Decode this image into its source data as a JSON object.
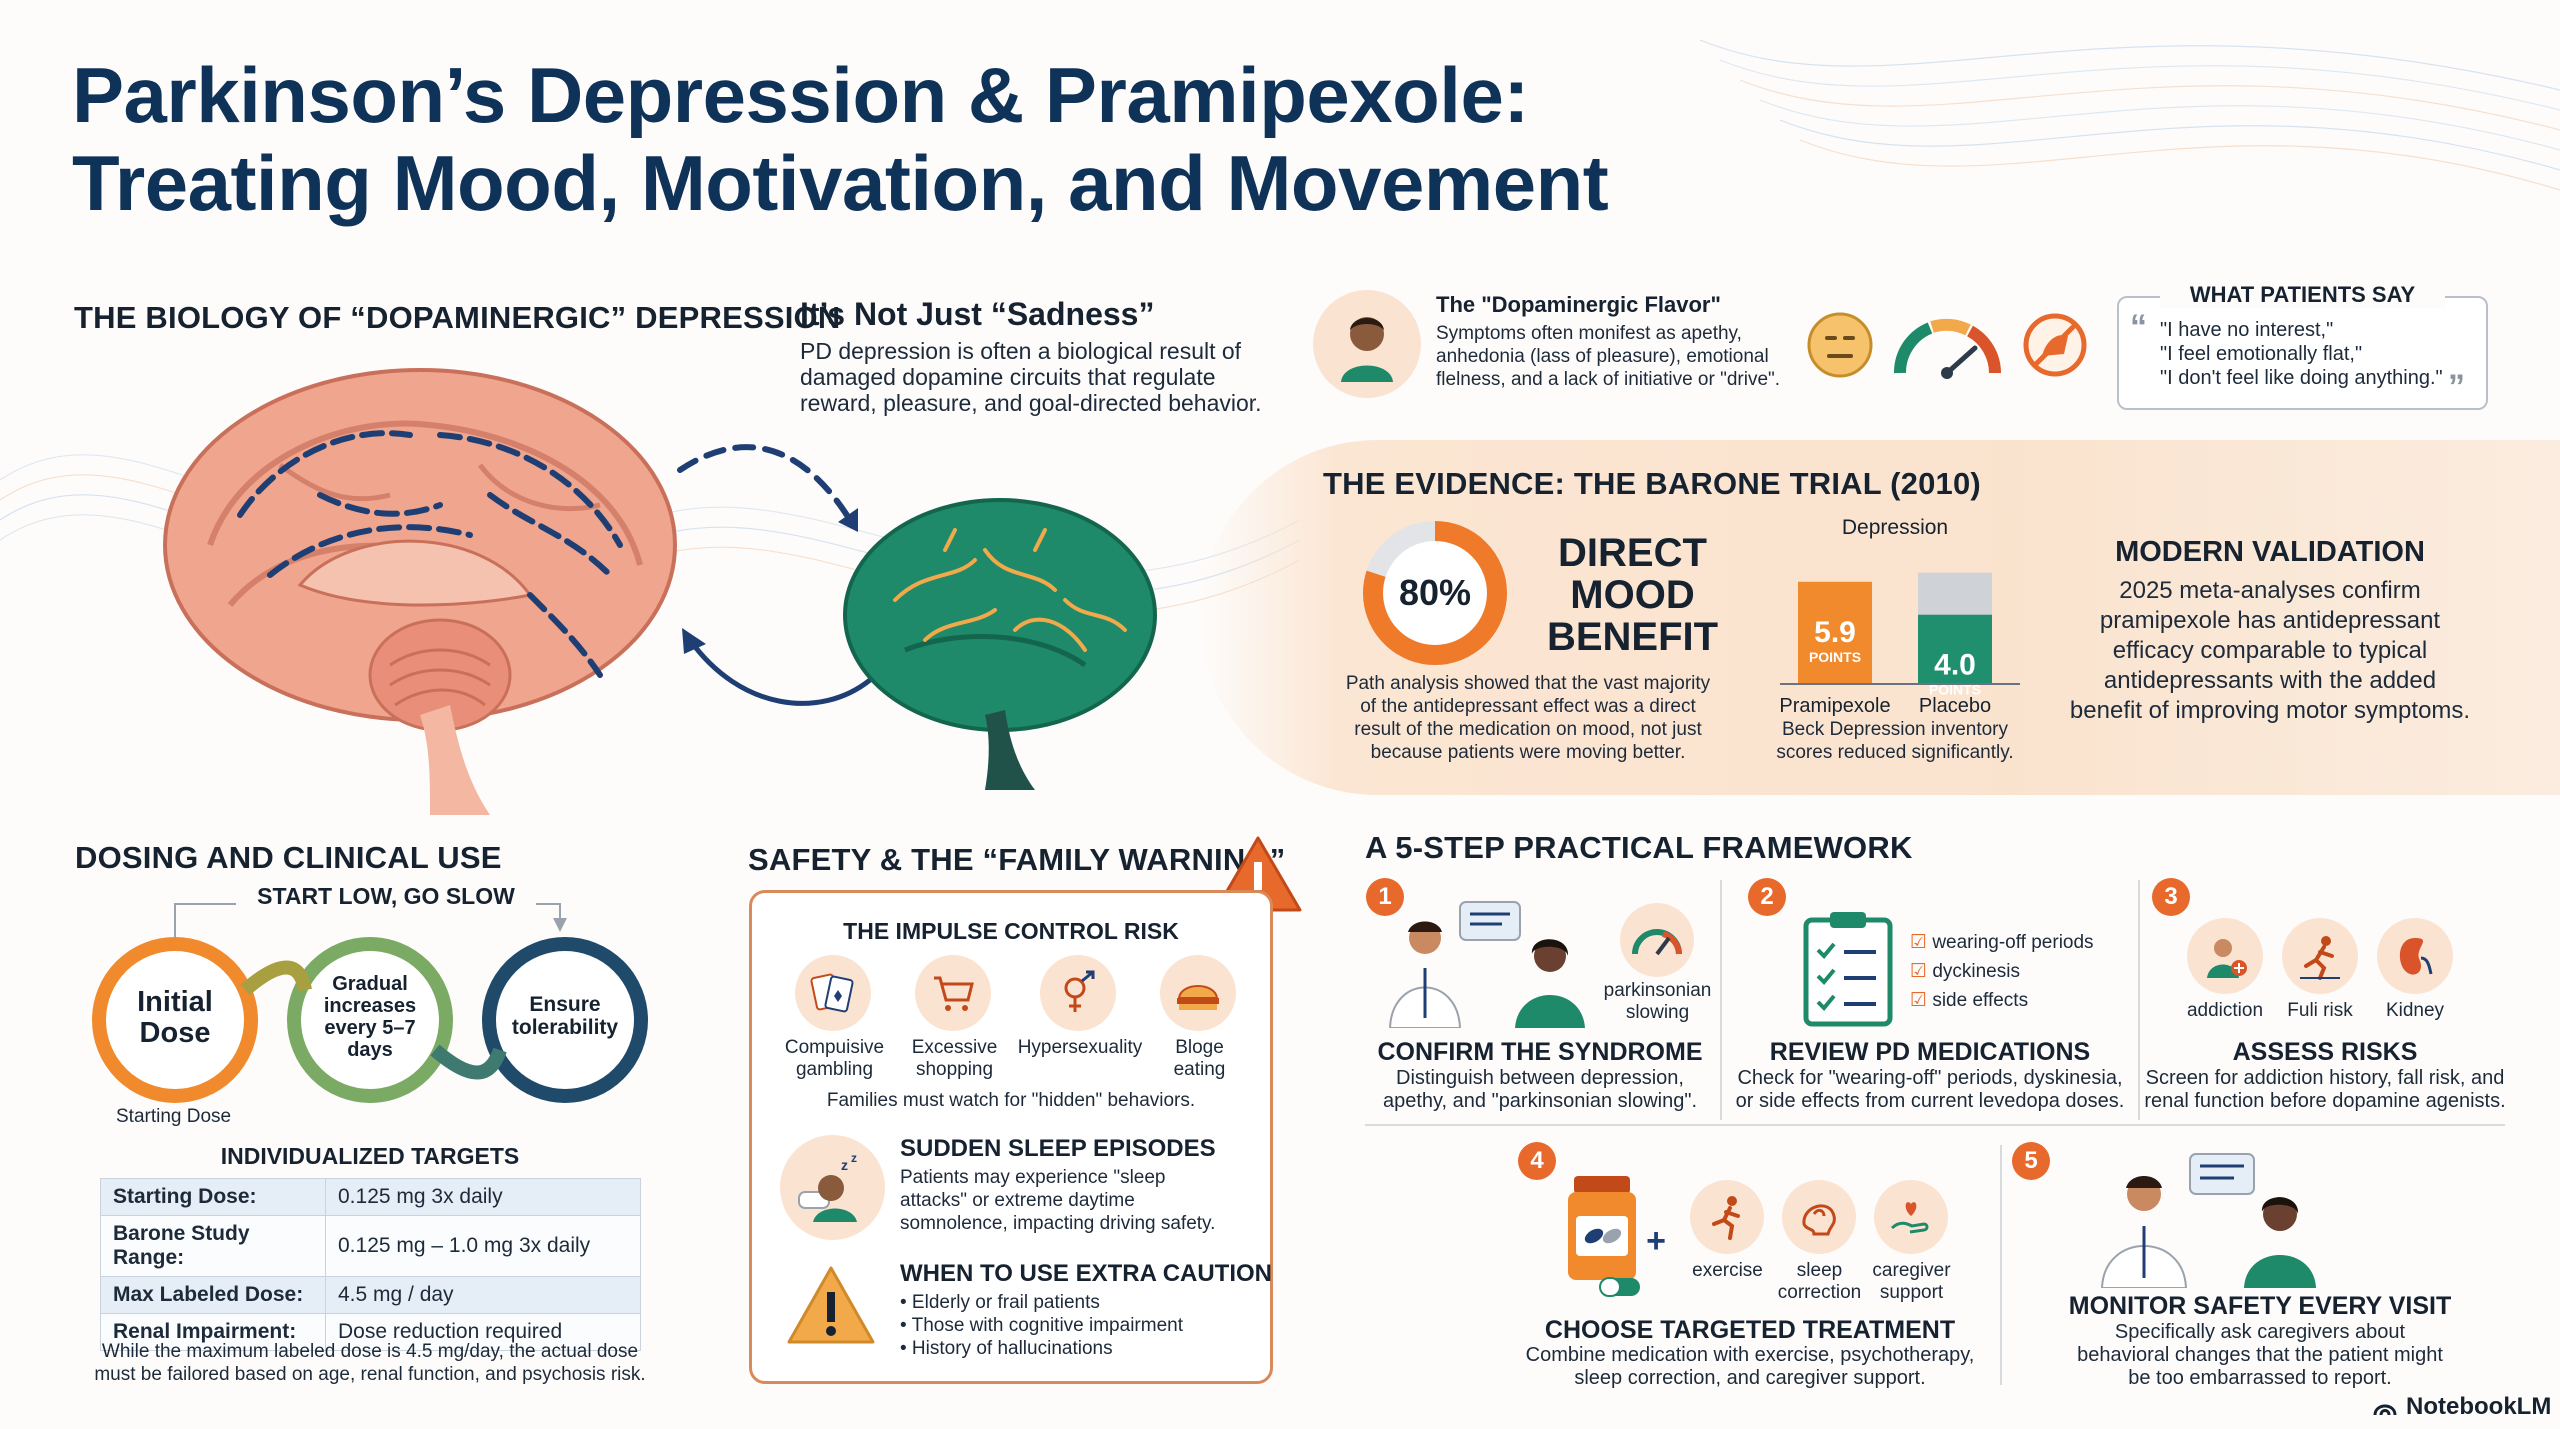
{
  "title": {
    "line1": "Parkinson’s Depression & Pramipexole:",
    "line2": "Treating Mood, Motivation, and Movement"
  },
  "biology": {
    "heading": "THE BIOLOGY OF “DOPAMINERGIC” DEPRESSION"
  },
  "not_sadness": {
    "heading": "It’s Not Just “Sadness”",
    "body": [
      "PD depression is often a biological result of",
      "damaged dopamine circuits that regulate",
      "reward, pleasure, and goal-directed behavior."
    ]
  },
  "flavor": {
    "heading": "The \"Dopaminergic Flavor\"",
    "body": [
      "Symptoms often monifest as apethy,",
      "anhedonia (lass of pleasure), emotional",
      "flelness, and a lack of initiative or \"drive\"."
    ]
  },
  "patients_say": {
    "heading": "WHAT PATIENTS SAY",
    "quotes": [
      "\"I have no interest,\"",
      "\"I feel emotionally flat,\"",
      "\"I don't feel like doing anything.\""
    ]
  },
  "evidence": {
    "heading": "THE EVIDENCE: THE BARONE TRIAL (2010)",
    "donut_value": "80%",
    "donut_fraction": 0.8,
    "benefit_lines": [
      "DIRECT",
      "MOOD",
      "BENEFIT"
    ],
    "path_text": [
      "Path analysis showed that the vast majority",
      "of the antidepressant effect was a direct",
      "result of the medication on mood, not just",
      "because patients were moving better."
    ],
    "chart_caption": [
      "Beck Depression inventory",
      "scores reduced significantly."
    ]
  },
  "chart_data": {
    "type": "bar",
    "title": "Depression",
    "categories": [
      "Pramipexole",
      "Placebo"
    ],
    "values": [
      5.9,
      4.0
    ],
    "value_labels": [
      "5.9",
      "4.0"
    ],
    "unit_label": "POINTS",
    "colors": [
      "#f08a2c",
      "#1f8f6e"
    ],
    "ylim": [
      0,
      8
    ]
  },
  "validation": {
    "heading": "MODERN VALIDATION",
    "body": [
      "2025 meta-analyses confirm",
      "pramipexole has antidepressant",
      "efficacy comparable to typical",
      "antidepressants with the added",
      "benefit of improving motor symptoms."
    ]
  },
  "dosing": {
    "heading": "DOSING AND CLINICAL USE",
    "start_low": "START LOW, GO SLOW",
    "initial_lines": [
      "Initial",
      "Dose"
    ],
    "gradual_lines": [
      "Gradual",
      "increases",
      "every 5–7",
      "days"
    ],
    "ensure_lines": [
      "Ensure",
      "tolerability"
    ],
    "starting_caption": "Starting Dose",
    "targets_heading": "INDIVIDUALIZED TARGETS",
    "targets": [
      {
        "k": "Starting Dose:",
        "v": "0.125 mg 3x daily"
      },
      {
        "k": "Barone Study Range:",
        "v": "0.125 mg – 1.0 mg 3x daily"
      },
      {
        "k": "Max Labeled Dose:",
        "v": "4.5 mg / day"
      },
      {
        "k": "Renal Impairment:",
        "v": "Dose reduction required"
      }
    ],
    "note": [
      "While the maximum labeled dose is 4.5 mg/day, the actual dose",
      "must be failored based on age, renal function, and psychosis risk."
    ]
  },
  "safety": {
    "heading": "SAFETY & THE “FAMILY WARNING”",
    "impulse_heading": "THE IMPULSE CONTROL RISK",
    "impulse_items": [
      [
        "Compuisive",
        "gambling"
      ],
      [
        "Excessive",
        "shopping"
      ],
      [
        "Hypersexuality"
      ],
      [
        "Bloge",
        "eating"
      ]
    ],
    "families_note": "Families must watch for \"hidden\" behaviors.",
    "sleep_heading": "SUDDEN SLEEP EPISODES",
    "sleep_body": [
      "Patients may experience \"sleep",
      "attacks\" or extreme daytime",
      "somnolence, impacting driving safety."
    ],
    "caution_heading": "WHEN TO USE EXTRA CAUTION",
    "caution_items": [
      "• Elderly or frail patients",
      "• Those with cognitive impairment",
      "• History of hallucinations"
    ]
  },
  "framework": {
    "heading": "A 5-STEP PRACTICAL FRAMEWORK",
    "step1": {
      "num": "1",
      "title": "CONFIRM THE SYNDROME",
      "body": [
        "Distinguish between depression,",
        "apethy, and \"parkinsonian slowing\"."
      ],
      "icon_label": [
        "parkinsonian",
        "slowing"
      ]
    },
    "step2": {
      "num": "2",
      "title": "REVIEW PD MEDICATIONS",
      "body": [
        "Check for \"wearing-off\" periods, dyskinesia,",
        "or side effects from current levedopa doses."
      ],
      "checks": [
        "wearing-off periods",
        "dyckinesis",
        "side effects"
      ]
    },
    "step3": {
      "num": "3",
      "title": "ASSESS RISKS",
      "body": [
        "Screen for addiction history, fall risk, and",
        "renal function before dopamine agenists."
      ],
      "icons": [
        "addiction",
        "Fuli risk",
        "Kidney"
      ]
    },
    "step4": {
      "num": "4",
      "title": "CHOOSE TARGETED TREATMENT",
      "body": [
        "Combine medication with exercise, psychotherapy,",
        "sleep correction, and caregiver support."
      ],
      "icons": [
        [
          "exercise"
        ],
        [
          "sleep",
          "correction"
        ],
        [
          "caregiver",
          "support"
        ]
      ]
    },
    "step5": {
      "num": "5",
      "title": "MONITOR SAFETY EVERY VISIT",
      "body": [
        "Specifically ask caregivers about",
        "behavioral changes that the patient might",
        "be too embarrassed to report."
      ]
    }
  },
  "brand": "NotebookLM",
  "colors": {
    "navy": "#0f3358",
    "orange": "#e8692c",
    "green": "#1f8f6e",
    "peach": "#fbe3d2"
  }
}
